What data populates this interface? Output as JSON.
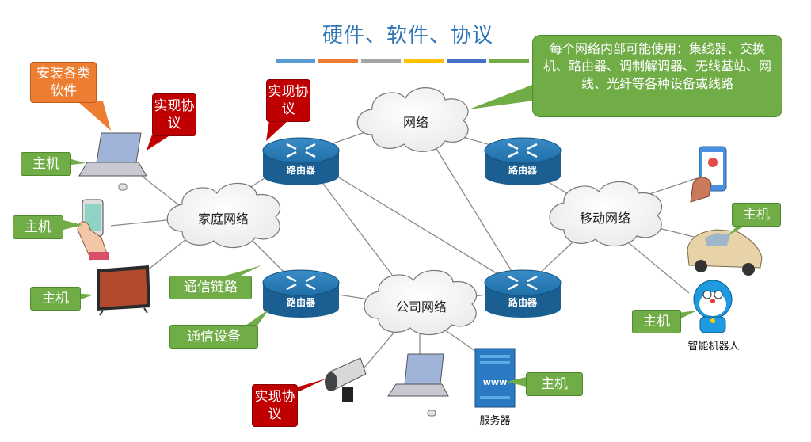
{
  "title": "硬件、软件、协议",
  "title_bar_colors": [
    "#5b9bd5",
    "#ed7d31",
    "#a5a5a5",
    "#ffc000",
    "#4472c4",
    "#70ad47"
  ],
  "note": "每个网络内部可能使用：集线器、交换机、路由器、调制解调器、无线基站、网线、光纤等各种设备或线路",
  "clouds": {
    "network": "网络",
    "home": "家庭网络",
    "mobile": "移动网络",
    "company": "公司网络"
  },
  "routers": {
    "label": "路由器"
  },
  "callouts": {
    "install_software": "安装各类软件",
    "protocol": "实现协议",
    "host": "主机",
    "link": "通信链路",
    "device": "通信设备"
  },
  "devices": {
    "robot": "智能机器人",
    "server": "服务器",
    "server_screen": "www"
  },
  "colors": {
    "green": "#70ad47",
    "red": "#c00000",
    "orange": "#ed7d31",
    "router_blue": "#1f6fa8",
    "title": "#2e75b6"
  }
}
